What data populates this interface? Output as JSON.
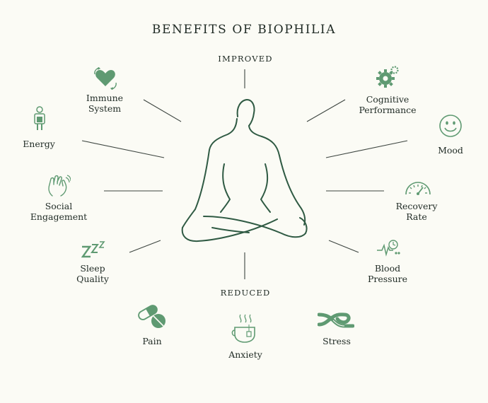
{
  "title": "BENEFITS OF BIOPHILIA",
  "improved_label": "IMPROVED",
  "reduced_label": "REDUCED",
  "colors": {
    "background": "#fbfbf5",
    "icon_green": "#5f9a72",
    "line": "#3d4540",
    "figure": "#2f5a43"
  },
  "improved_items": [
    {
      "name": "immune",
      "icon": "heart-cycle-icon",
      "lines": [
        "Immune",
        "System"
      ]
    },
    {
      "name": "energy",
      "icon": "person-battery-icon",
      "lines": [
        "Energy"
      ]
    },
    {
      "name": "social",
      "icon": "waving-hands-icon",
      "lines": [
        "Social",
        "Engagement"
      ]
    },
    {
      "name": "sleep",
      "icon": "zzz-icon",
      "lines": [
        "Sleep",
        "Quality"
      ]
    },
    {
      "name": "cognitive",
      "icon": "gears-icon",
      "lines": [
        "Cognitive",
        "Performance"
      ]
    },
    {
      "name": "mood",
      "icon": "smiley-icon",
      "lines": [
        "Mood"
      ]
    },
    {
      "name": "recovery",
      "icon": "gauge-icon",
      "lines": [
        "Recovery",
        "Rate"
      ]
    },
    {
      "name": "blood",
      "icon": "heartbeat-clock-icon",
      "lines": [
        "Blood",
        "Pressure"
      ]
    }
  ],
  "reduced_items": [
    {
      "name": "pain",
      "icon": "pills-icon",
      "lines": [
        "Pain"
      ]
    },
    {
      "name": "anxiety",
      "icon": "teacup-icon",
      "lines": [
        "Anxiety"
      ]
    },
    {
      "name": "stress",
      "icon": "knot-icon",
      "lines": [
        "Stress"
      ]
    }
  ]
}
